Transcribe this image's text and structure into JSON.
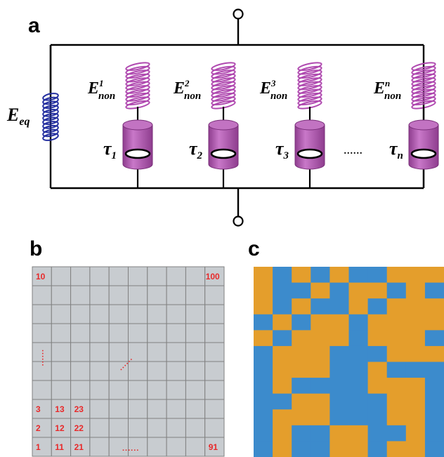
{
  "panel_a": {
    "label": "a",
    "eq_symbol": "E",
    "eq_sub": "eq",
    "spring_symbol": "E",
    "spring_sub": "non",
    "branches": [
      {
        "sup": "1",
        "tau_sub": "1"
      },
      {
        "sup": "2",
        "tau_sub": "2"
      },
      {
        "sup": "3",
        "tau_sub": "3"
      },
      {
        "sup": "n",
        "tau_sub": "n"
      }
    ],
    "tau_symbol": "τ",
    "ellipsis": "......",
    "colors": {
      "eq_spring": "#2530a0",
      "branch_spring": "#b04ab0",
      "dashpot": "#b45ab4",
      "wire": "#000000"
    }
  },
  "panel_b": {
    "label": "b",
    "grid_size": 10,
    "numbers": [
      {
        "text": "10",
        "col": 0,
        "row": 0
      },
      {
        "text": "100",
        "col": 9,
        "row": 0
      },
      {
        "text": "3",
        "col": 0,
        "row": 7
      },
      {
        "text": "13",
        "col": 1,
        "row": 7
      },
      {
        "text": "23",
        "col": 2,
        "row": 7
      },
      {
        "text": "2",
        "col": 0,
        "row": 8
      },
      {
        "text": "12",
        "col": 1,
        "row": 8
      },
      {
        "text": "22",
        "col": 2,
        "row": 8
      },
      {
        "text": "1",
        "col": 0,
        "row": 9
      },
      {
        "text": "11",
        "col": 1,
        "row": 9
      },
      {
        "text": "21",
        "col": 2,
        "row": 9
      },
      {
        "text": "91",
        "col": 9,
        "row": 9
      }
    ],
    "horizontal_ellipsis": "......",
    "colors": {
      "cell": "#c8ccd0",
      "line": "#808080",
      "text": "#e8292a"
    }
  },
  "panel_c": {
    "label": "c",
    "pattern": [
      "OBOBOBBOOO",
      "OBBOBOOBOB",
      "OBOBBOBOOO",
      "BOBOOBOOOO",
      "OBOOOBOOOB",
      "BOOOBBBOOO",
      "BOOOBBOBBB",
      "BOBBBBOOOB",
      "BBOOBBBOOB",
      "BOOOBBBOOB",
      "BOBBOOBBOB",
      "BOBBOOBOOB"
    ],
    "colors": {
      "O": "#e49e2c",
      "B": "#3c8bcc"
    }
  }
}
